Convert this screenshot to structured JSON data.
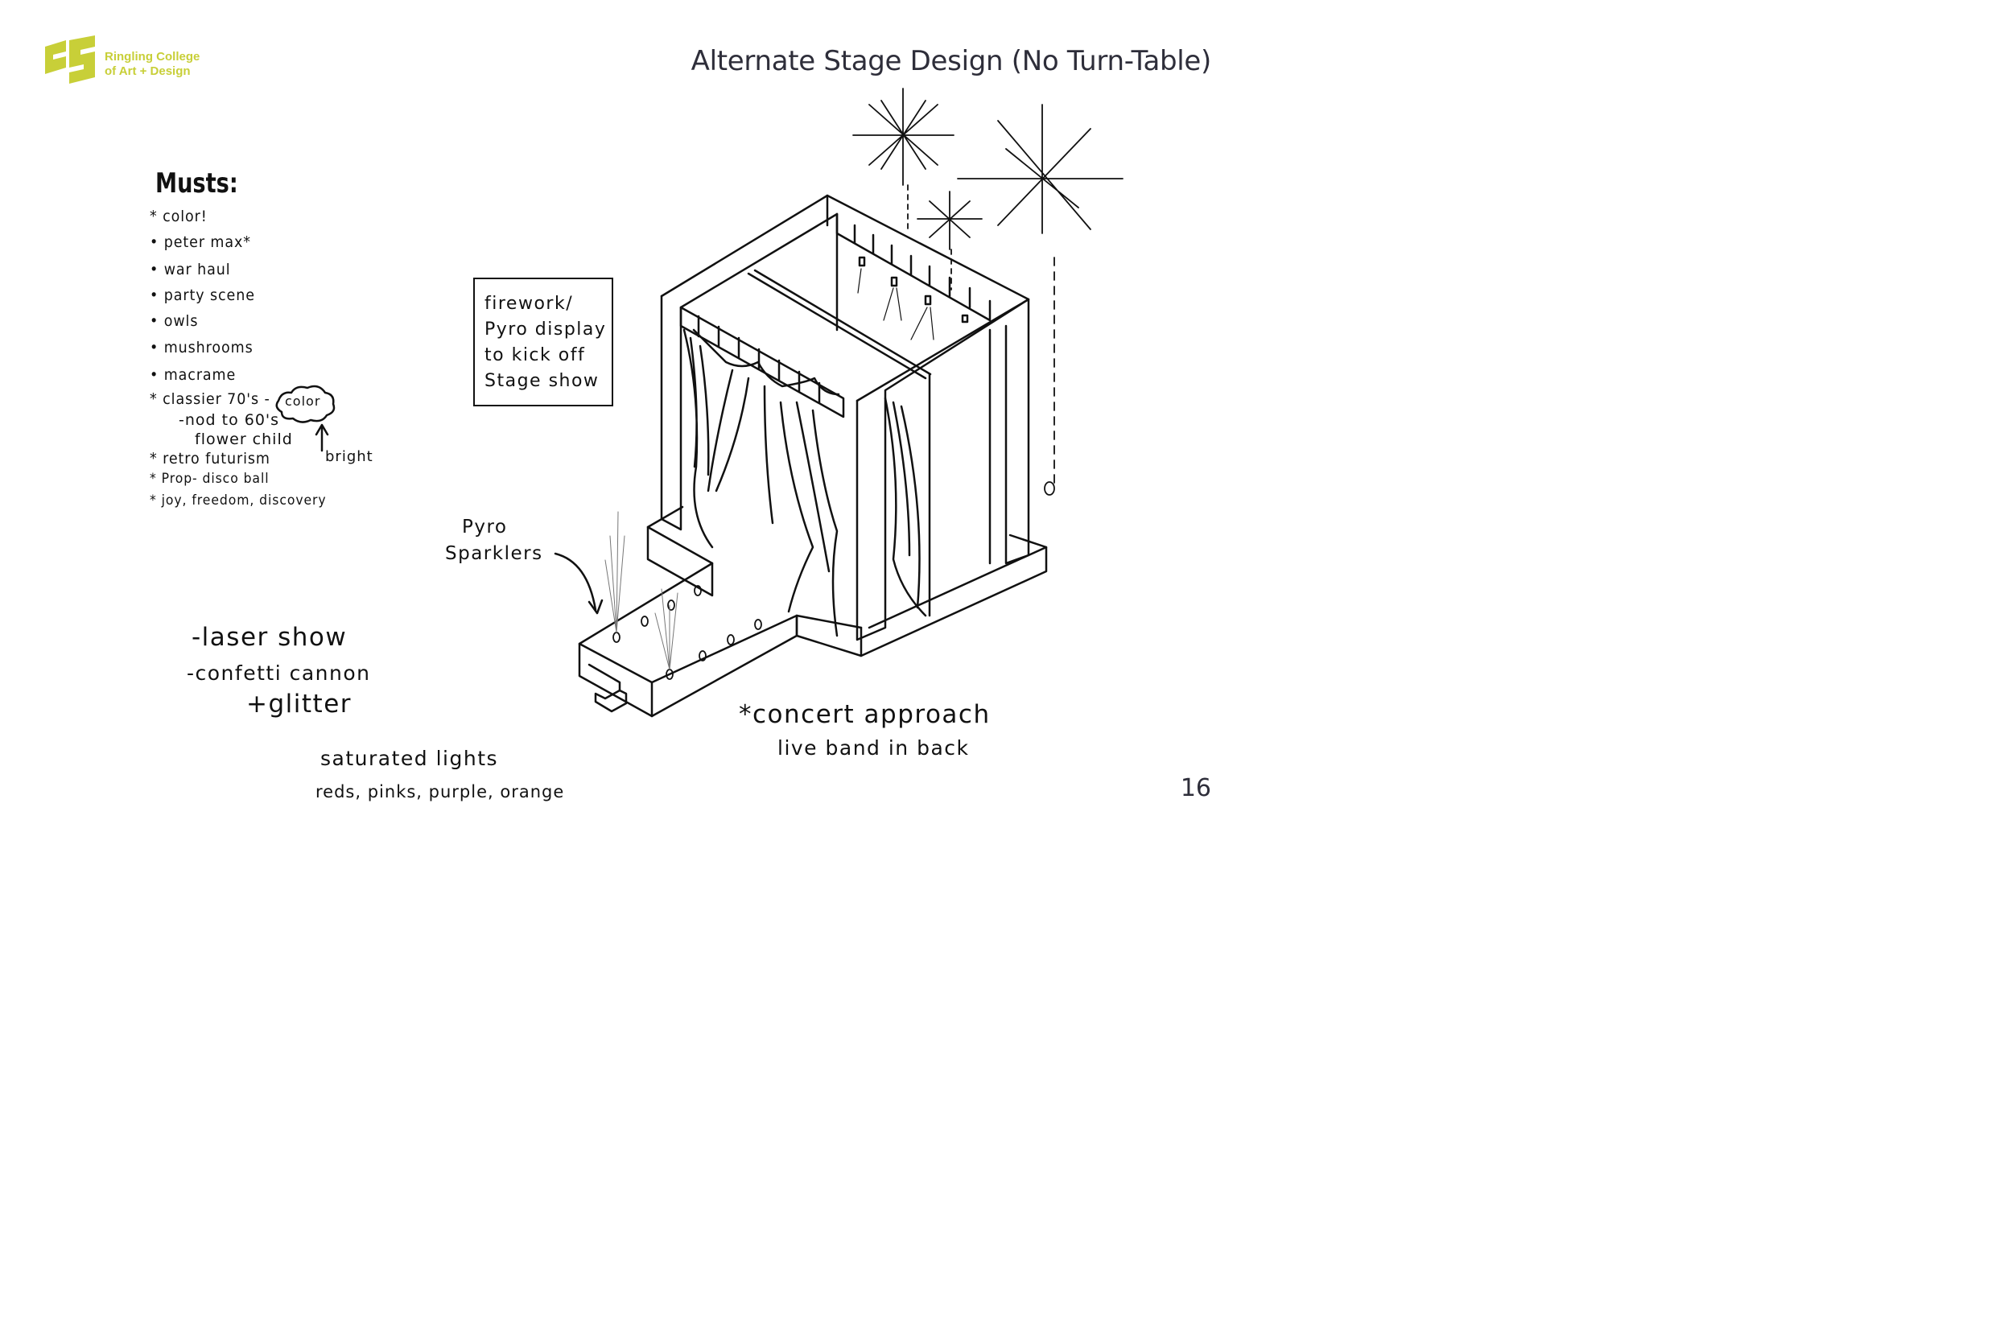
{
  "logo": {
    "line1": "Ringling College",
    "line2": "of Art + Design",
    "color": "#c8cf38"
  },
  "title": "Alternate Stage Design (No Turn-Table)",
  "page_number": "16",
  "musts": {
    "heading": "Musts:",
    "items": [
      "* color!",
      "• peter max*",
      "• war haul",
      "• party scene",
      "• owls",
      "• mushrooms",
      "• macrame",
      "* classier 70's -",
      "* retro futurism",
      "* Prop- disco ball",
      "* joy, freedom, discovery"
    ],
    "color_bubble": "color",
    "sub_line1": "-nod to 60's",
    "sub_line2": "flower child",
    "bright": "bright"
  },
  "notes": {
    "laser": "-laser show",
    "confetti": "-confetti cannon",
    "glitter": "+glitter",
    "saturated": "saturated lights",
    "colors": "reds, pinks, purple, orange",
    "concert": "*concert approach",
    "band": "live band in back",
    "pyro1": "Pyro",
    "pyro2": "Sparklers"
  },
  "fireworks_note": {
    "line1": "firework/",
    "line2": "Pyro display",
    "line3": "to kick off",
    "line4": "Stage show"
  }
}
